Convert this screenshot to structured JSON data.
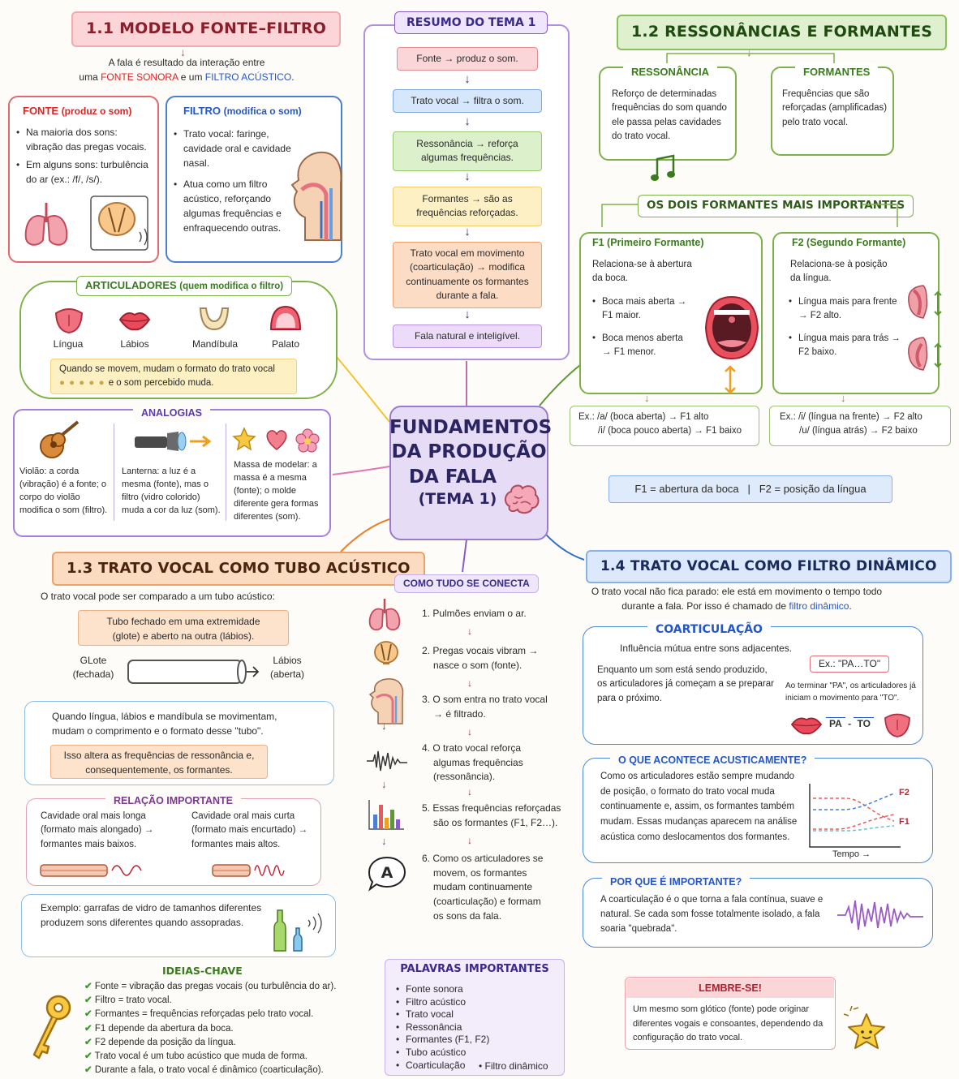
{
  "center": {
    "title": [
      "FUNDAMENTOS",
      "DA PRODUÇÃO",
      "DA FALA",
      "(TEMA 1)"
    ]
  },
  "s11": {
    "header": "1.1  MODELO FONTE–FILTRO",
    "intro1": "A fala é resultado da interação entre",
    "intro2_pre": "uma ",
    "intro2_fonte": "FONTE SONORA",
    "intro2_mid": " e um ",
    "intro2_filtro": "FILTRO ACÚSTICO",
    "intro2_end": ".",
    "fonte_title": "FONTE",
    "fonte_sub": "(produz o som)",
    "fonte_items": [
      "Na maioria dos sons: vibração das pregas vocais.",
      "Em alguns sons: turbulência do ar (ex.: /f/, /s/)."
    ],
    "filtro_title": "FILTRO",
    "filtro_sub": "(modifica o som)",
    "filtro_items": [
      "Trato vocal: faringe, cavidade oral e cavidade nasal.",
      "Atua como um filtro acústico, reforçando algumas frequências e enfraquecendo outras."
    ]
  },
  "artic": {
    "title": "ARTICULADORES",
    "title_sub": "(quem modifica o filtro)",
    "items": [
      "Língua",
      "Lábios",
      "Mandíbula",
      "Palato"
    ],
    "note1": "Quando se movem, mudam o formato do trato vocal",
    "note2": "e o som percebido muda."
  },
  "analog": {
    "title": "ANALOGIAS",
    "a1": "Violão: a corda (vibração) é a fonte; o corpo do violão modifica o som (filtro).",
    "a2": "Lanterna: a luz é a mesma (fonte), mas o filtro (vidro colorido) muda a cor da luz (som).",
    "a3": "Massa de modelar: a massa é a mesma (fonte); o molde diferente gera formas diferentes (som)."
  },
  "resumo": {
    "title": "RESUMO DO TEMA 1",
    "steps": [
      "Fonte → produz o som.",
      "Trato vocal → filtra o som.",
      "Ressonância → reforça algumas frequências.",
      "Formantes → são as frequências reforçadas.",
      "Trato vocal em movimento (coarticulação) → modifica continuamente os formantes durante a fala.",
      "Fala natural e inteligível."
    ]
  },
  "s12": {
    "header": "1.2  RESSONÂNCIAS E FORMANTES",
    "res_title": "RESSONÂNCIA",
    "res_text": "Reforço de determinadas frequências do som quando ele passa pelas cavidades do trato vocal.",
    "form_title": "FORMANTES",
    "form_text": "Frequências que são reforçadas (amplificadas) pelo trato vocal.",
    "dois": "OS DOIS FORMANTES MAIS IMPORTANTES",
    "f1_title": "F1 (Primeiro Formante)",
    "f1_text": "Relaciona-se à abertura da boca.",
    "f1_items": [
      "Boca mais aberta → F1 maior.",
      "Boca menos aberta → F1 menor."
    ],
    "f2_title": "F2 (Segundo Formante)",
    "f2_text": "Relaciona-se à posição da língua.",
    "f2_items": [
      "Língua mais para frente → F2 alto.",
      "Língua mais para trás → F2 baixo."
    ],
    "ex1_a": "Ex.: /a/ (boca aberta) → F1 alto",
    "ex1_b": "/i/ (boca pouco aberta) → F1 baixo",
    "ex2_a": "Ex.: /i/ (língua na frente) → F2 alto",
    "ex2_b": "/u/ (língua atrás) → F2 baixo",
    "summary": "F1 = abertura da boca   |   F2 = posição da língua"
  },
  "s13": {
    "header": "1.3  TRATO VOCAL COMO TUBO ACÚSTICO",
    "intro": "O trato vocal pode ser comparado a um tubo acústico:",
    "tube_box": "Tubo fechado em uma extremidade (glote) e aberto na outra (lábios).",
    "glote": "GLote",
    "glote_sub": "(fechada)",
    "labios": "Lábios",
    "labios_sub": "(aberta)",
    "move": "Quando língua, lábios e mandíbula se movimentam, mudam o comprimento e o formato desse \"tubo\".",
    "altera": "Isso altera as frequências de ressonância e, consequentemente, os formantes.",
    "rel_title": "RELAÇÃO IMPORTANTE",
    "rel_a": "Cavidade oral mais longa (formato mais alongado) → formantes mais baixos.",
    "rel_b": "Cavidade oral mais curta (formato mais encurtado) → formantes mais altos.",
    "exemplo": "Exemplo: garrafas de vidro de tamanhos diferentes produzem sons diferentes quando assopradas."
  },
  "conecta": {
    "title": "COMO TUDO SE CONECTA",
    "steps": [
      "1. Pulmões enviam o ar.",
      "2. Pregas vocais vibram → nasce o som (fonte).",
      "3. O som entra no trato vocal → é filtrado.",
      "4. O trato vocal reforça algumas frequências (ressonância).",
      "5. Essas frequências reforçadas são os formantes (F1, F2…).",
      "6. Como os articuladores se movem, os formantes mudam continuamente (coarticulação) e formam os sons da fala."
    ],
    "letter": "A"
  },
  "s14": {
    "header": "1.4  TRATO VOCAL COMO FILTRO DINÂMICO",
    "intro_pre": "O trato vocal não fica parado: ele está em movimento o tempo todo durante a fala. Por isso é chamado de ",
    "intro_link": "filtro dinâmico",
    "intro_end": ".",
    "coart_title": "COARTICULAÇÃO",
    "coart_sub": "Influência mútua entre sons adjacentes.",
    "coart_text": "Enquanto um som está sendo produzido, os articuladores já começam a se preparar para o próximo.",
    "ex_label": "Ex.: \"PA…TO\"",
    "ex_text": "Ao terminar \"PA\", os articuladores já iniciam o movimento para \"TO\".",
    "pa": "PA",
    "to": "TO",
    "acust_title": "O QUE ACONTECE ACUSTICAMENTE?",
    "acust_text": "Como os articuladores estão sempre mudando de posição, o formato do trato vocal muda continuamente e, assim, os formantes também mudam. Essas mudanças aparecem na análise acústica como deslocamentos dos formantes.",
    "f2": "F2",
    "f1": "F1",
    "tempo": "Tempo →",
    "porque_title": "POR QUE É IMPORTANTE?",
    "porque_text": "A coarticulação é o que torna a fala contínua, suave e natural. Se cada som fosse totalmente isolado, a fala soaria \"quebrada\"."
  },
  "ideias": {
    "title": "IDEIAS-CHAVE",
    "items": [
      "Fonte = vibração das pregas vocais (ou turbulência do ar).",
      "Filtro = trato vocal.",
      "Formantes = frequências reforçadas pelo trato vocal.",
      "F1 depende da abertura da boca.",
      "F2 depende da posição da língua.",
      "Trato vocal é um tubo acústico que muda de forma.",
      "Durante a fala, o trato vocal é dinâmico (coarticulação)."
    ]
  },
  "palavras": {
    "title": "PALAVRAS IMPORTANTES",
    "items": [
      "Fonte sonora",
      "Filtro acústico",
      "Trato vocal",
      "Ressonância",
      "Formantes (F1, F2)",
      "Tubo acústico",
      "Coarticulação"
    ],
    "extra": "Filtro dinâmico"
  },
  "lembre": {
    "title": "LEMBRE-SE!",
    "text": "Um mesmo som glótico (fonte) pode originar diferentes vogais e consoantes, dependendo da configuração do trato vocal."
  },
  "colors": {
    "red": "#d9464a",
    "blue": "#2f6fc9",
    "green": "#5a9a2e",
    "purple": "#8a5cc8",
    "orange": "#e8822f",
    "navy": "#2e3b8a"
  }
}
